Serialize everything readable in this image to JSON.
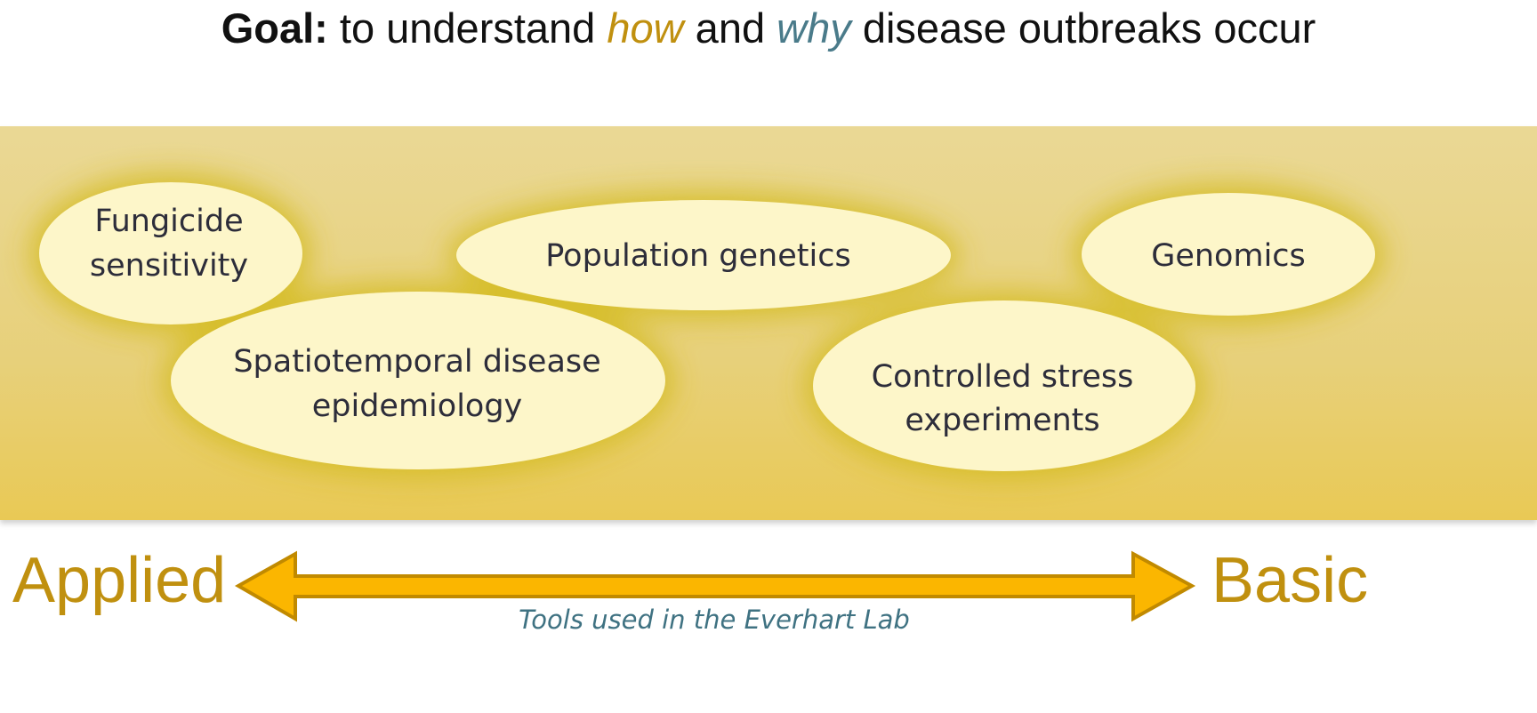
{
  "title": {
    "prefix": "Goal:",
    "part1": " to understand ",
    "how": "how",
    "part2": " and ",
    "why": "why",
    "part3": " disease outbreaks occur"
  },
  "tools": [
    {
      "line1": "Fungicide",
      "line2": "sensitivity"
    },
    {
      "line1": "Population genetics",
      "line2": ""
    },
    {
      "line1": "Genomics",
      "line2": ""
    },
    {
      "line1": "Spatiotemporal disease",
      "line2": "epidemiology"
    },
    {
      "line1": "Controlled stress",
      "line2": "experiments"
    }
  ],
  "axis": {
    "left": "Applied",
    "right": "Basic",
    "caption": "Tools used in the Everhart Lab"
  },
  "colors": {
    "accent_how": "#c0900f",
    "accent_why": "#4a7b8a",
    "arrow_fill": "#fbb600",
    "arrow_stroke": "#c18a00",
    "ellipse_fill": "#fdf6c9",
    "glow": "#d9c02f"
  }
}
